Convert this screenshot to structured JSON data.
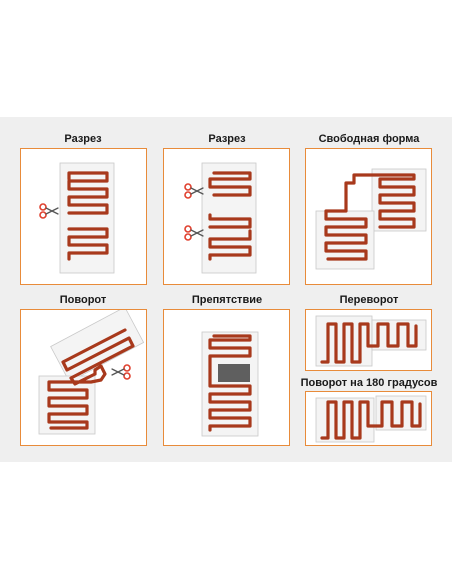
{
  "colors": {
    "panel_border": "#e88b3a",
    "cable": "#a8391c",
    "cable_highlight": "#d8644a",
    "grid_line": "#c9c9c9",
    "mesh_fill": "#f4f4f4",
    "scissors": "#e0402e",
    "obstacle": "#5f5f5f",
    "band": "#efefef"
  },
  "panels": [
    {
      "title": "Разрез",
      "icons": [
        "scissors-icon"
      ]
    },
    {
      "title": "Разрез",
      "icons": [
        "scissors-icon",
        "scissors-icon"
      ]
    },
    {
      "title": "Свободная форма",
      "icons": []
    },
    {
      "title": "Поворот",
      "icons": [
        "scissors-icon"
      ]
    },
    {
      "title": "Препятствие",
      "icons": [
        "obstacle-block"
      ]
    },
    {
      "title": "Переворот",
      "icons": []
    },
    {
      "title": "Поворот на 180 градусов",
      "icons": []
    }
  ]
}
